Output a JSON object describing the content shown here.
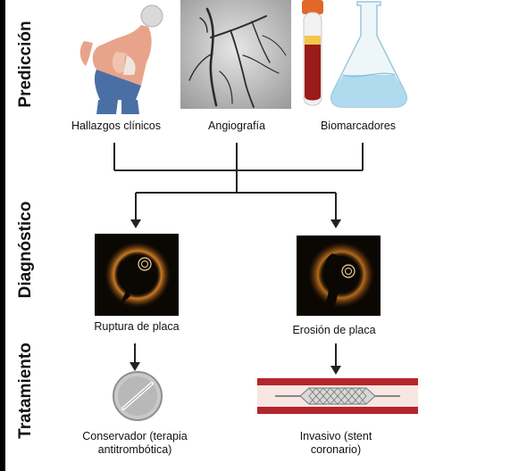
{
  "stages": {
    "prediction": "Predicción",
    "diagnosis": "Diagnóstico",
    "treatment": "Tratamiento"
  },
  "prediction_items": {
    "clinical": "Hallazgos clínicos",
    "angiography": "Angiografía",
    "biomarkers": "Biomarcadores"
  },
  "diagnosis_items": {
    "rupture": "Ruptura de placa",
    "erosion": "Erosión de placa"
  },
  "treatment_items": {
    "conservative_line1": "Conservador (terapia",
    "conservative_line2": "antitrombótica)",
    "invasive_line1": "Invasivo (stent",
    "invasive_line2": "coronario)"
  },
  "colors": {
    "line": "#222222",
    "oct_background": "#0b0703",
    "oct_glow": "#e08a2a",
    "vessel_red": "#b3262c",
    "stent_gray": "#9a9a9a",
    "tablet_gray": "#b8b8b8",
    "flask_blue": "#a9d8ec",
    "blood_red": "#9b1b1b"
  }
}
